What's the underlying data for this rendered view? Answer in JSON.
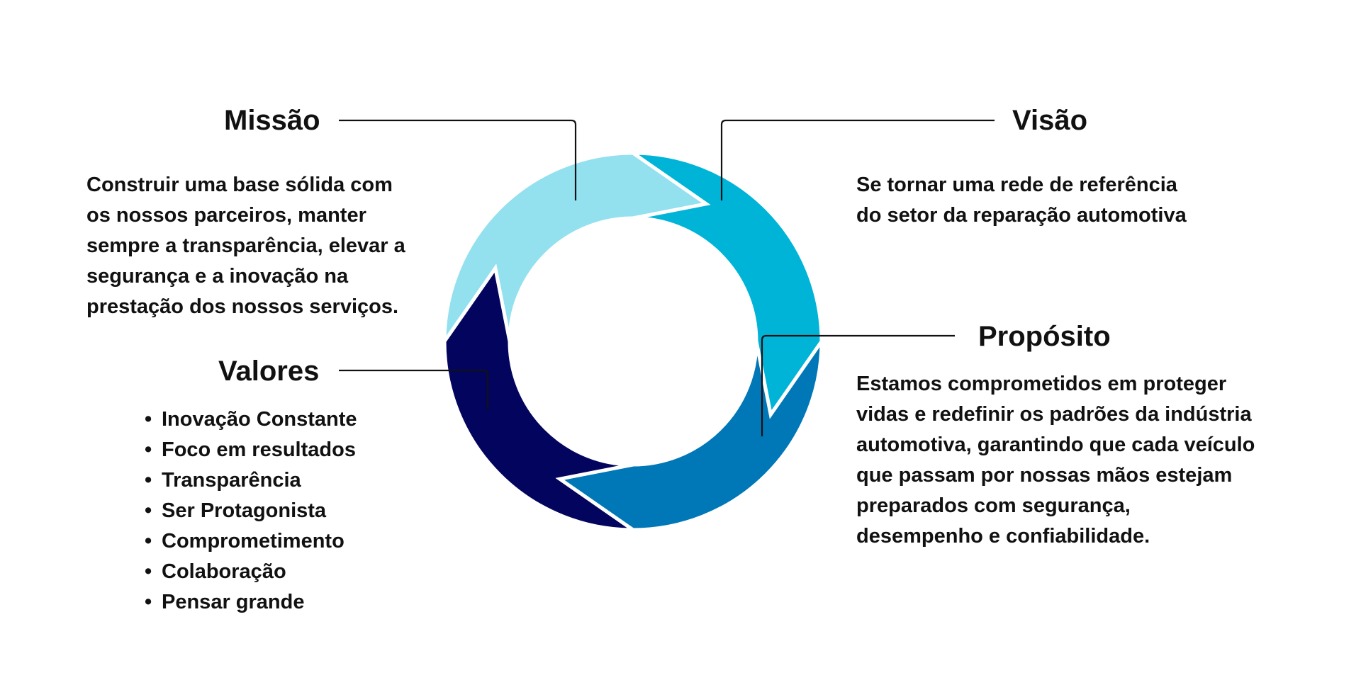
{
  "colors": {
    "missao_segment": "#93E0EF",
    "visao_segment": "#00B4D8",
    "proposito_segment": "#0077B6",
    "valores_segment": "#03045E",
    "text": "#111111",
    "connector": "#111111"
  },
  "missao": {
    "title": "Missão",
    "lines": [
      "Construir uma base sólida com",
      "os nossos parceiros, manter",
      "sempre a transparência, elevar a",
      "segurança e a inovação na",
      "prestação dos nossos serviços."
    ]
  },
  "visao": {
    "title": "Visão",
    "lines": [
      "Se tornar uma rede de referência",
      "do setor da reparação automotiva"
    ]
  },
  "proposito": {
    "title": "Propósito",
    "lines": [
      "Estamos comprometidos em proteger",
      "vidas e redefinir os padrões da indústria",
      "automotiva, garantindo que cada veículo",
      "que passam por nossas mãos estejam",
      "preparados com segurança,",
      "desempenho e confiabilidade."
    ]
  },
  "valores": {
    "title": "Valores",
    "bullet": "•",
    "items": [
      "Inovação Constante",
      "Foco em resultados",
      "Transparência",
      "Ser Protagonista",
      "Comprometimento",
      "Colaboração",
      "Pensar grande"
    ]
  }
}
